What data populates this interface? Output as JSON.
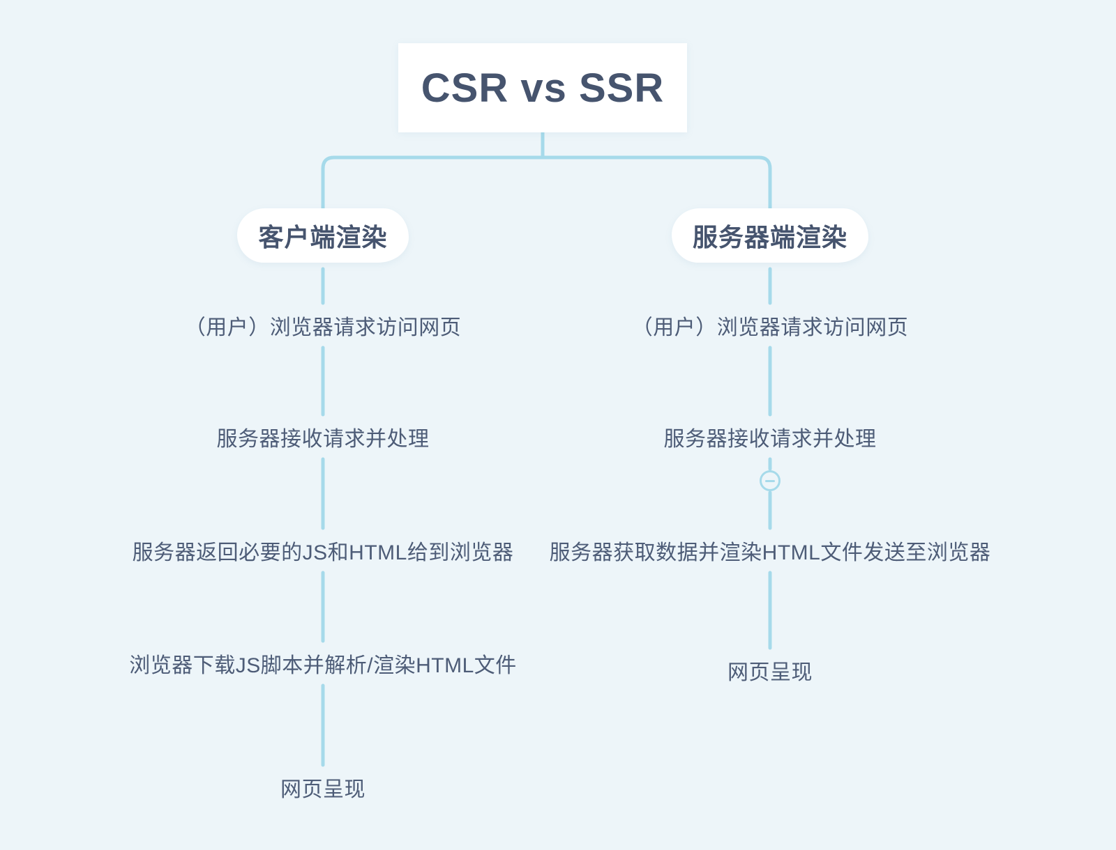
{
  "page": {
    "background": "#edf5f9",
    "line_color": "#a6daea",
    "node_fill": "#ffffff",
    "title_text_color": "#46546e",
    "step_text_color": "#4d5c77"
  },
  "root": {
    "title": "CSR vs SSR"
  },
  "branches": [
    {
      "label": "客户端渲染",
      "steps": [
        "（用户）浏览器请求访问网页",
        "服务器接收请求并处理",
        "服务器返回必要的JS和HTML给到浏览器",
        "浏览器下载JS脚本并解析/渲染HTML文件",
        "网页呈现"
      ]
    },
    {
      "label": "服务器端渲染",
      "steps": [
        "（用户）浏览器请求访问网页",
        "服务器接收请求并处理",
        "服务器获取数据并渲染HTML文件发送至浏览器",
        "网页呈现"
      ],
      "toggle": {
        "icon": "minus-collapse-icon",
        "state": "expanded"
      }
    }
  ]
}
